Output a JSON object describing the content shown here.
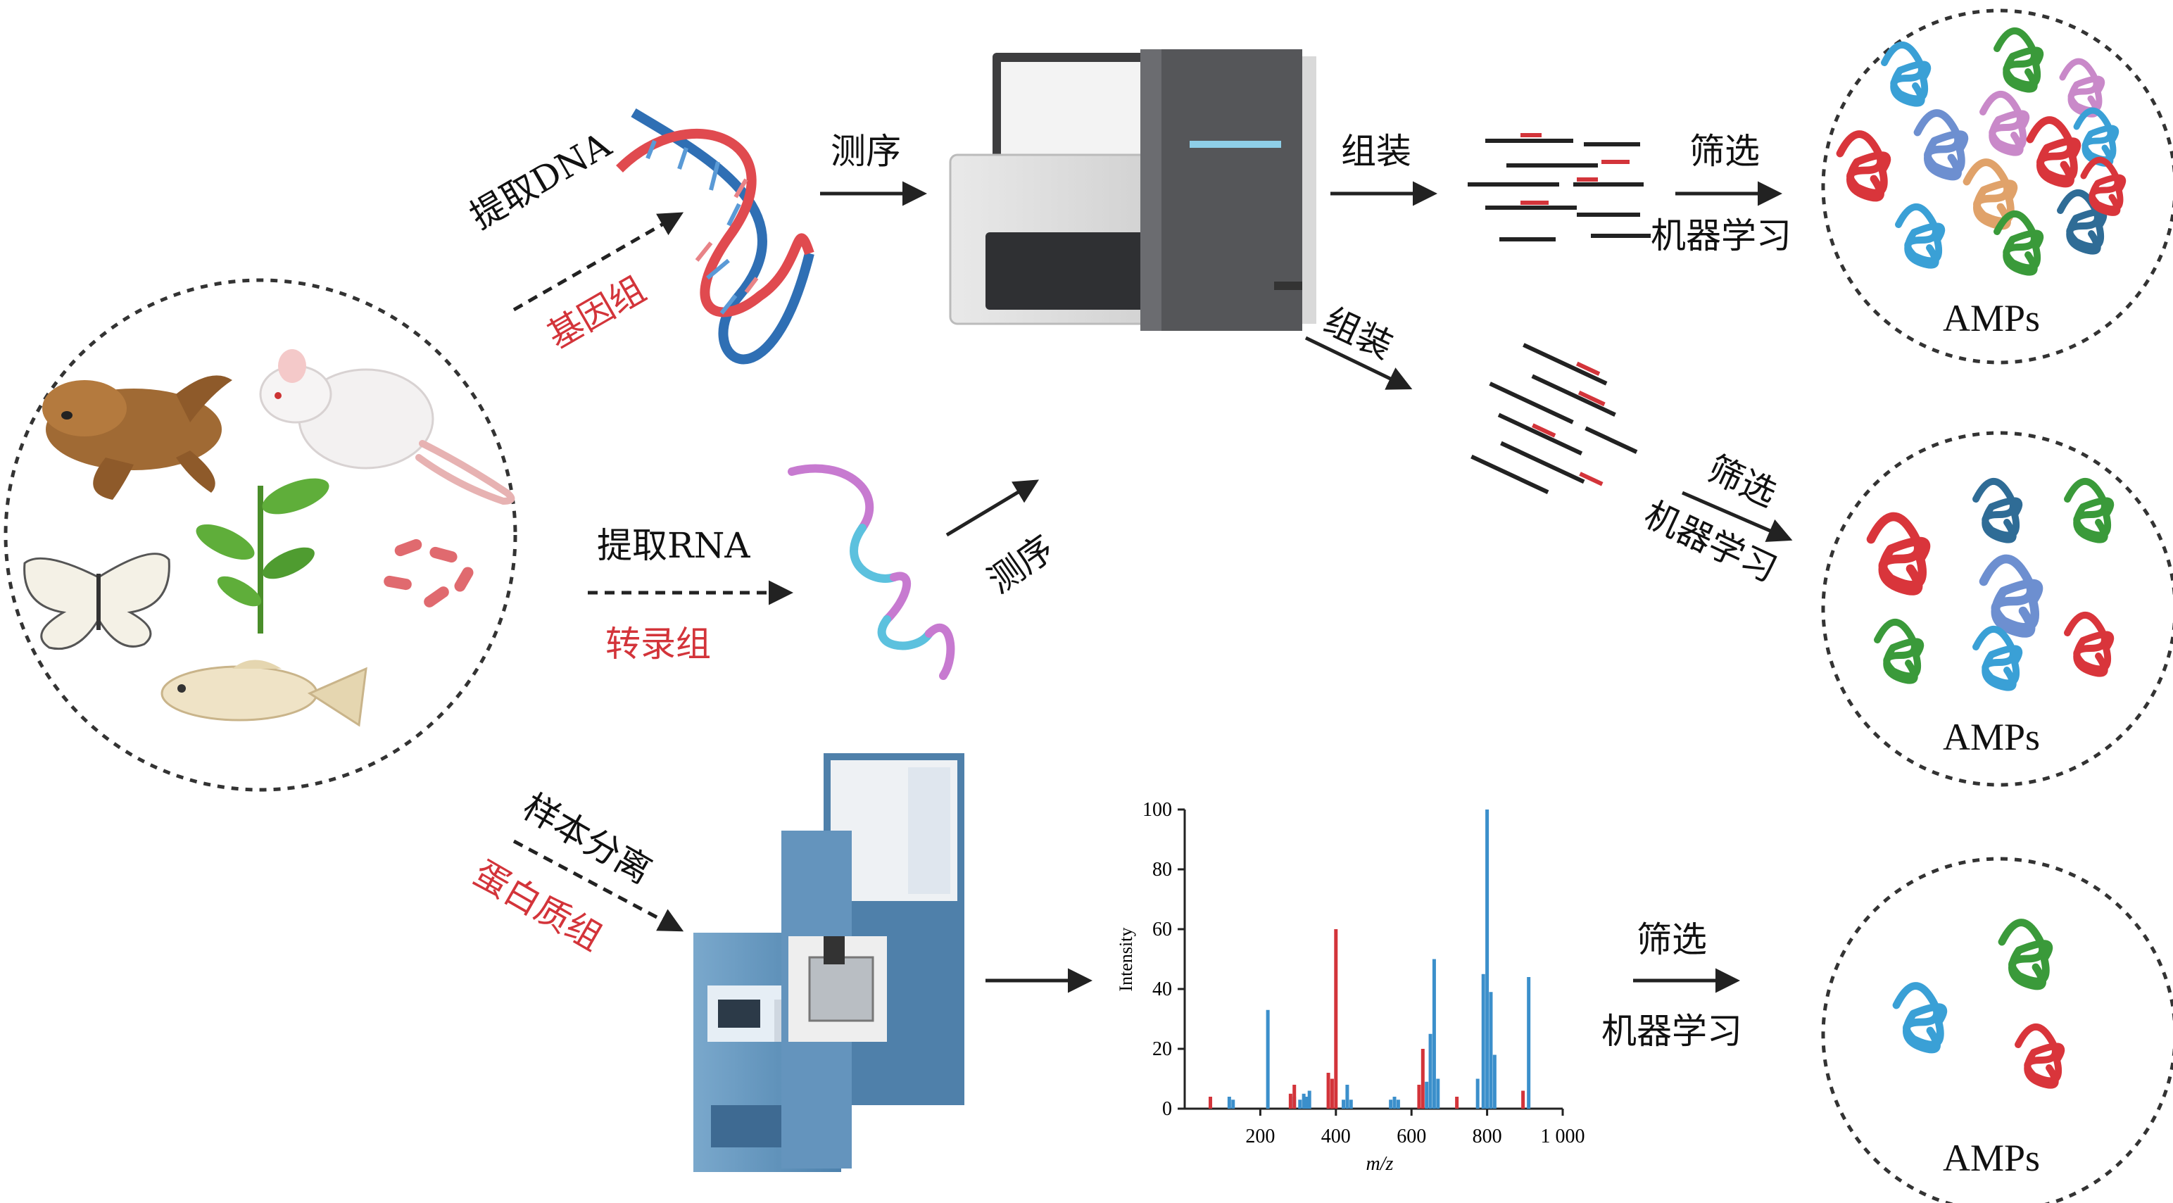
{
  "colors": {
    "accent_red": "#d3343a",
    "bar_blue": "#3b8fcb",
    "bar_red": "#d3343a",
    "instrument_blue": "#5c8fb6",
    "dna_blue": "#2f6fb4",
    "dna_red": "#e04a4f"
  },
  "icons": [
    "frog-icon",
    "mouse-icon",
    "plant-icon",
    "bacteria-icon",
    "butterfly-icon",
    "fish-icon",
    "dna-helix-icon",
    "rna-strand-icon",
    "sequencer-icon",
    "mass-spectrometer-icon",
    "peptide-icon",
    "read-fragments-icon"
  ],
  "genome_path": {
    "extract_label": "提取DNA",
    "omics_label": "基因组",
    "sequencing_label": "测序",
    "assembly_label": "组装",
    "screening_label": "筛选",
    "ml_label": "机器学习",
    "result_label": "AMPs"
  },
  "transcriptome_path": {
    "extract_label": "提取RNA",
    "omics_label": "转录组",
    "sequencing_label": "测序",
    "assembly_label": "组装",
    "screening_label": "筛选",
    "ml_label": "机器学习",
    "result_label": "AMPs"
  },
  "proteome_path": {
    "separation_label": "样本分离",
    "omics_label": "蛋白质组",
    "screening_label": "筛选",
    "ml_label": "机器学习",
    "result_label": "AMPs"
  },
  "chart_data": {
    "type": "bar",
    "xlabel": "m/z",
    "ylabel": "Intensity",
    "xlim": [
      0,
      1000
    ],
    "ylim": [
      0,
      100
    ],
    "xticks": [
      200,
      400,
      600,
      800
    ],
    "xtick_labels": [
      "200",
      "400",
      "600",
      "800",
      "1 000"
    ],
    "yticks": [
      0,
      20,
      40,
      60,
      80,
      100
    ],
    "grid": false,
    "series": [
      {
        "color": "#3b8fcb",
        "x": [
          118,
          128,
          220,
          290,
          305,
          315,
          322,
          330,
          420,
          430,
          440,
          545,
          555,
          565,
          640,
          650,
          660,
          670,
          775,
          790,
          800,
          810,
          820,
          910
        ],
        "values": [
          4,
          3,
          33,
          4,
          3,
          5,
          4,
          6,
          3,
          8,
          3,
          3,
          4,
          3,
          9,
          25,
          50,
          10,
          10,
          45,
          100,
          39,
          18,
          44
        ]
      },
      {
        "color": "#d3343a",
        "x": [
          68,
          280,
          290,
          380,
          390,
          400,
          620,
          630,
          720,
          895
        ],
        "values": [
          4,
          5,
          8,
          12,
          10,
          60,
          8,
          20,
          4,
          6
        ]
      }
    ]
  }
}
